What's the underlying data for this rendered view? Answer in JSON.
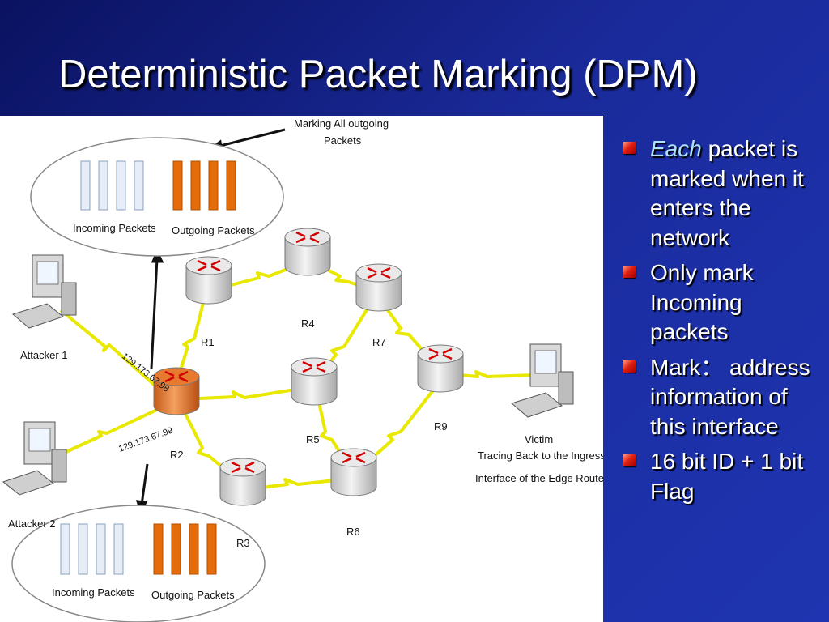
{
  "title": "Deterministic Packet Marking (DPM)",
  "figure": {
    "marking_note_line1": "Marking All outgoing",
    "marking_note_line2": "Packets",
    "top_incoming": "Incoming Packets",
    "top_outgoing": "Outgoing Packets",
    "bottom_incoming": "Incoming Packets",
    "bottom_outgoing": "Outgoing Packets",
    "attacker1": "Attacker 1",
    "attacker2": "Attacker 2",
    "victim": "Victim",
    "tracing_line1": "Tracing Back to the Ingress",
    "tracing_line2": "Interface of the Edge Router",
    "ip1": "129.173.67.98",
    "ip2": "129.173.67.99",
    "routers": {
      "r1": "R1",
      "r2": "R2",
      "r3": "R3",
      "r4": "R4",
      "r5": "R5",
      "r6": "R6",
      "r7": "R7",
      "r9": "R9"
    },
    "colors": {
      "incoming_packet": "#e6edf6",
      "outgoing_packet": "#e46c0a",
      "link": "#e8e800",
      "edge_router": "#e67a2e"
    }
  },
  "bullets": [
    {
      "em": "Each",
      "text": " packet is marked when it enters the network"
    },
    {
      "em": "",
      "text": "Only mark Incoming packets"
    },
    {
      "em": "",
      "text": "Mark： address information of this interface"
    },
    {
      "em": "",
      "text": "16 bit ID + 1 bit Flag"
    }
  ]
}
